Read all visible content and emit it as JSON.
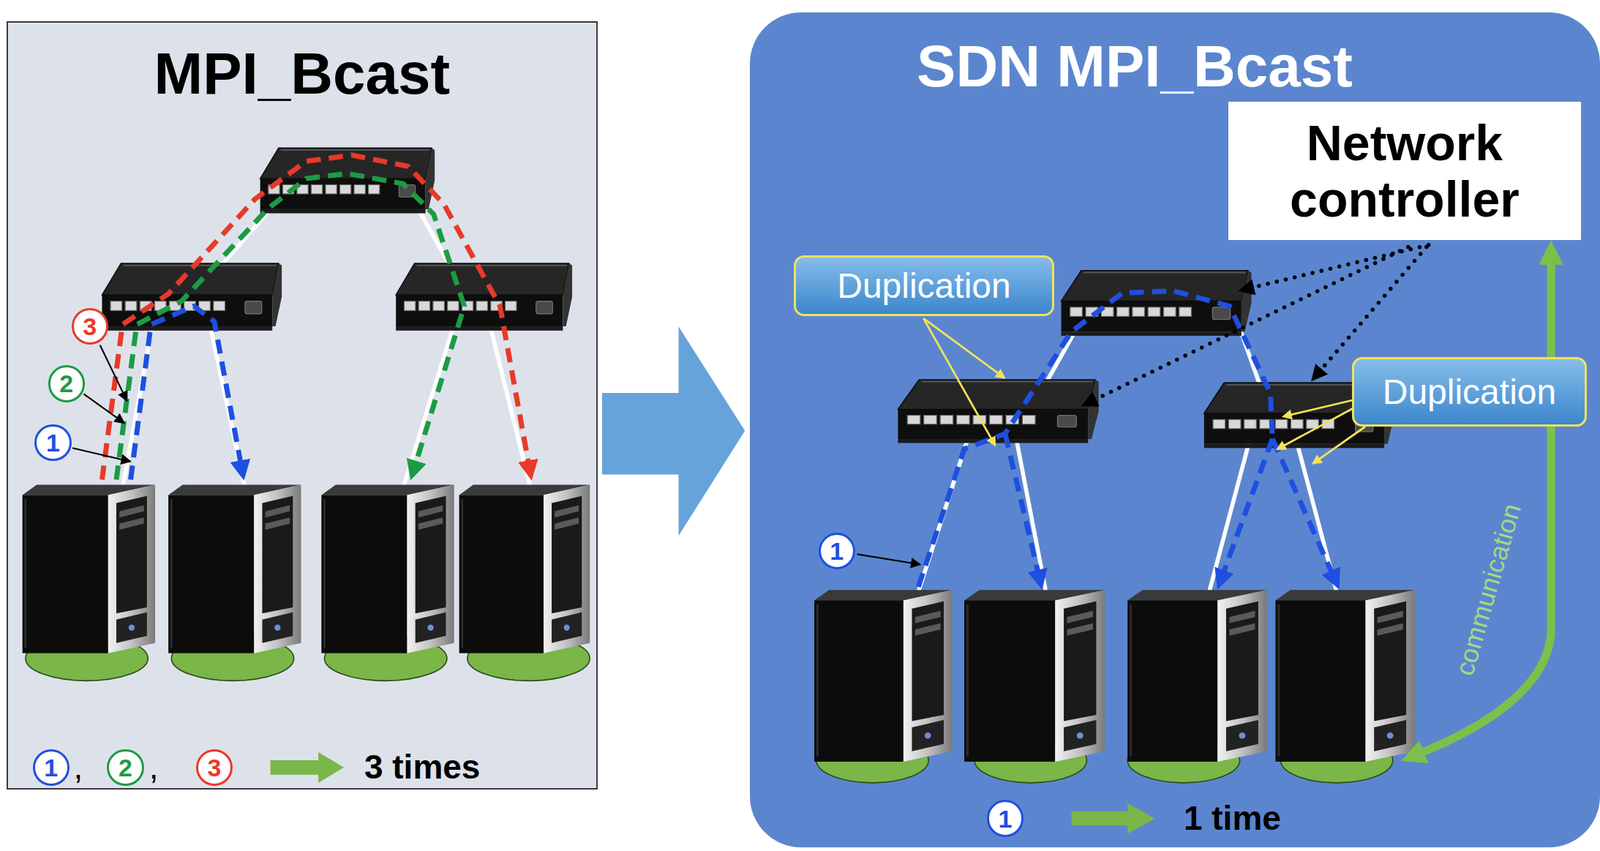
{
  "diagram": {
    "nodes": [
      {
        "text": [
          "MPI_Bcast"
        ]
      },
      {
        "text": [
          "3"
        ],
        "in": 0
      },
      {
        "text": [
          "2"
        ],
        "in": 0
      },
      {
        "text": [
          "1"
        ],
        "in": 0
      },
      {
        "text": [
          "1"
        ],
        "in": 0
      },
      {
        "text": [
          "2"
        ],
        "in": 0
      },
      {
        "text": [
          "3"
        ],
        "in": 0
      },
      {
        "text": [
          "SDN MPI_Bcast"
        ]
      },
      {
        "text": [
          "Network controller"
        ],
        "in": 7
      },
      {
        "text": [
          "Duplication"
        ],
        "in": 7
      },
      {
        "text": [
          "Duplication"
        ],
        "in": 7
      },
      {
        "text": [
          "1"
        ],
        "in": 7
      },
      {
        "text": [
          "1"
        ],
        "in": 7
      }
    ],
    "labels": [
      ",",
      ",",
      "3 times",
      "communication",
      "1 time"
    ]
  }
}
